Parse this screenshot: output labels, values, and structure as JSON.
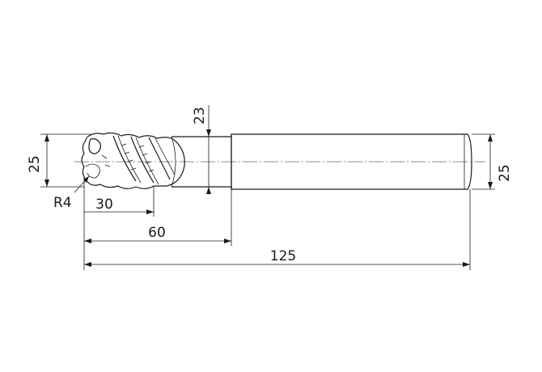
{
  "drawing": {
    "subject": "end-mill-tool",
    "dimensions": {
      "cutting_diameter": "25",
      "shank_diameter": "25",
      "neck_diameter": "23",
      "corner_radius": "R4",
      "flute_length": "30",
      "neck_length": "60",
      "overall_length": "125"
    }
  }
}
